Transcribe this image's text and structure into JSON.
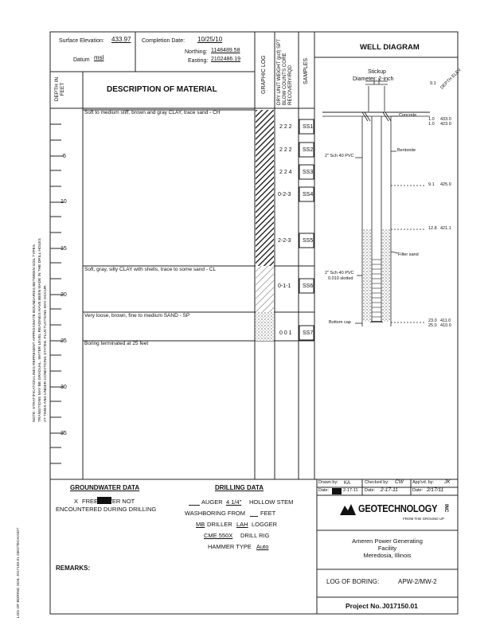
{
  "header": {
    "surface_elevation_label": "Surface Elevation:",
    "surface_elevation_value": "433.97",
    "completion_date_label": "Completion Date:",
    "completion_date_value": "10/25/10",
    "northing_label": "Northing:",
    "northing_value": "1148489.58",
    "easting_label": "Easting:",
    "easting_value": "2102486.19",
    "datum_label": "Datum",
    "datum_value": "msl",
    "depth_label": "DEPTH IN FEET",
    "description_title": "DESCRIPTION OF MATERIAL",
    "graphic_log_label": "GRAPHIC LOG",
    "column_tests_label": "DRY UNIT WEIGHT (pcf) SPT BLOW COUNTS CORE RECOVERY/RQD",
    "samples_label": "SAMPLES",
    "well_diagram_title": "WELL DIAGRAM"
  },
  "depth_ticks": [
    "5",
    "10",
    "15",
    "20",
    "25",
    "30",
    "35"
  ],
  "layers": [
    {
      "description": "Soft to medium stiff, brown and gray CLAY, trace sand - CH"
    },
    {
      "description": "Soft, gray, silty CLAY with shells, trace to some sand - CL"
    },
    {
      "description": "Very loose, brown, fine to medium SAND - SP"
    },
    {
      "description": "Boring terminated at 25 feet"
    }
  ],
  "samples": [
    {
      "blows": "2 2 2",
      "id": "SS1"
    },
    {
      "blows": "2 2 2",
      "id": "SS2"
    },
    {
      "blows": "2 2 4",
      "id": "SS3"
    },
    {
      "blows": "0-2-3",
      "id": "SS4"
    },
    {
      "blows": "2-2-3",
      "id": "SS5"
    },
    {
      "blows": "0-1-1",
      "id": "SS6"
    },
    {
      "blows": "0 0 1",
      "id": "SS7"
    }
  ],
  "well": {
    "stickup_label": "Stickup",
    "diameter_label": "Diameter: 2-inch",
    "top_el_label_1": "9.1",
    "depth_elev_header": "DEPTH ELEV",
    "concrete_label": "Concrete",
    "bentonite_label": "Bentonite",
    "riser_label": "2\" Sch 40 PVC",
    "filter_sand_label": "Filter sand",
    "screen_label_1": "2\" Sch 40 PVC",
    "screen_label_2": "0.010 slotted",
    "bottom_cap_label": "Bottom cap",
    "annotations": [
      {
        "depth": "1.0",
        "elev": "433.0"
      },
      {
        "depth": "1.0",
        "elev": "423.0"
      },
      {
        "depth": "9.1",
        "elev": "425.0"
      },
      {
        "depth": "12.8",
        "elev": "421.1"
      },
      {
        "depth": "23.0",
        "elev": "411.0"
      },
      {
        "depth": "25.0",
        "elev": "410.0"
      }
    ]
  },
  "side_note": {
    "line1": "NOTE: STRATIFICATION LINES REPRESENT APPROXIMATE BOUNDARIES BETWEEN SOIL TYPES",
    "line2": "TRANSITIONS MAY BE GRADUAL. WATER LEVEL READINGS HAVE BEEN MADE IN THE DRILL HOLES",
    "line3": "AT TIMES AND UNDER CONDITIONS STATED. FLUCTUATIONS MAY OCCUR."
  },
  "footer_code": "LOG OF BORING  SOIL  J017150.01  GEOTECH.GDT",
  "groundwater": {
    "title": "GROUNDWATER DATA",
    "line1_mark": "X",
    "line1": "FREE WATER NOT",
    "line2": "ENCOUNTERED DURING DRILLING"
  },
  "drilling": {
    "title": "DRILLING DATA",
    "auger_size": "4 1/4\"",
    "auger_label": "AUGER",
    "auger_suffix": "HOLLOW STEM",
    "washboring": "WASHBORING FROM",
    "washboring_suffix": "FEET",
    "driller_value": "MB",
    "driller_label": "DRILLER",
    "logger_value": "LAH",
    "logger_label": "LOGGER",
    "rig_value": "CME 550X",
    "rig_label": "DRILL RIG",
    "hammer_label": "HAMMER TYPE",
    "hammer_value": "Auto"
  },
  "remarks_label": "REMARKS:",
  "titleblock": {
    "drawn_by_label": "Drawn by:",
    "drawn_by_value": "KA",
    "checked_by_label": "Checked by:",
    "checked_by_value": "CW",
    "approved_by_label": "App'vd. by:",
    "approved_by_value": "JK",
    "date_label": "Date:",
    "date_value": "2-17-11",
    "date2_label": "Date:",
    "date2_value": "2-17-11",
    "date3_label": "Date:",
    "date3_value": "2/17/11",
    "logo_text": "GEOTECHNOLOGY",
    "logo_suffix": "INC",
    "logo_tagline": "FROM THE GROUND UP",
    "client": "Ameren Power Generating",
    "facility": "Facility",
    "location": "Meredosia, Illinois",
    "log_title": "LOG OF BORING:",
    "log_boring": "APW-2/MW-2",
    "project_label": "Project No.",
    "project_value": "J017150.01"
  }
}
